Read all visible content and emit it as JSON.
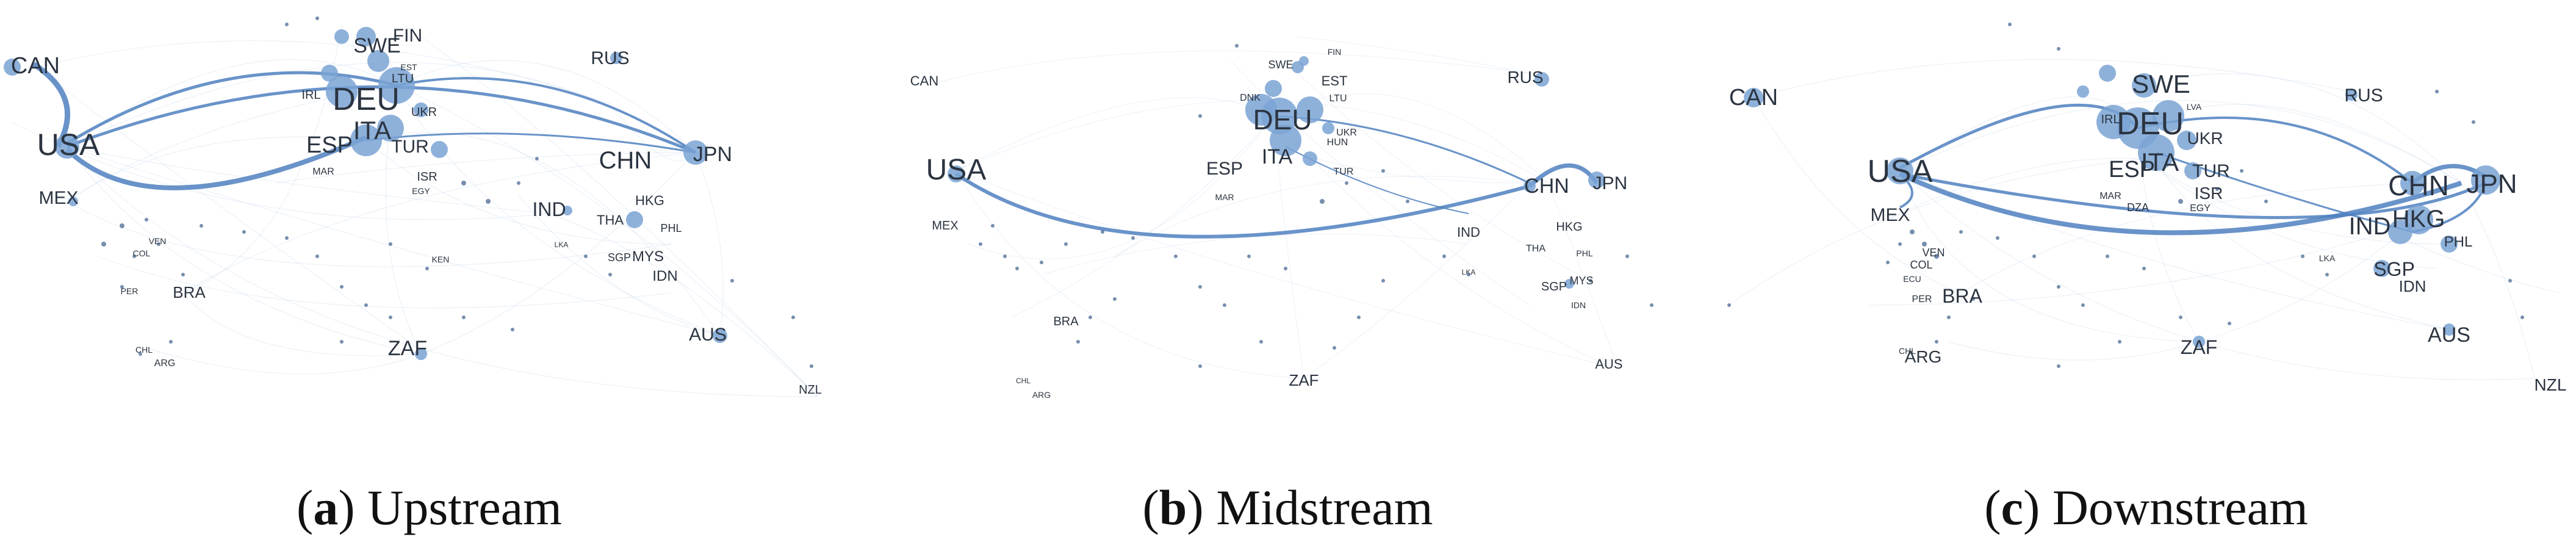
{
  "panels": [
    {
      "id": "a",
      "caption_letter": "a",
      "caption_text": "Upstream",
      "labels": [
        {
          "text": "FIN",
          "size": 30
        },
        {
          "text": "SWE",
          "size": 34
        },
        {
          "text": "CAN",
          "size": 38
        },
        {
          "text": "RUS",
          "size": 30
        },
        {
          "text": "EST",
          "size": 14
        },
        {
          "text": "LTU",
          "size": 20
        },
        {
          "text": "IRL",
          "size": 20
        },
        {
          "text": "DEU",
          "size": 52
        },
        {
          "text": "UKR",
          "size": 20
        },
        {
          "text": "ITA",
          "size": 42
        },
        {
          "text": "USA",
          "size": 50
        },
        {
          "text": "ESP",
          "size": 38
        },
        {
          "text": "TUR",
          "size": 30
        },
        {
          "text": "CHN",
          "size": 40
        },
        {
          "text": "JPN",
          "size": 34
        },
        {
          "text": "MAR",
          "size": 16
        },
        {
          "text": "ISR",
          "size": 20
        },
        {
          "text": "EGY",
          "size": 14
        },
        {
          "text": "MEX",
          "size": 30
        },
        {
          "text": "IND",
          "size": 32
        },
        {
          "text": "THA",
          "size": 22
        },
        {
          "text": "HKG",
          "size": 22
        },
        {
          "text": "PHL",
          "size": 18
        },
        {
          "text": "VEN",
          "size": 14
        },
        {
          "text": "COL",
          "size": 14
        },
        {
          "text": "KEN",
          "size": 14
        },
        {
          "text": "LKA",
          "size": 12
        },
        {
          "text": "SGP",
          "size": 18
        },
        {
          "text": "MYS",
          "size": 24
        },
        {
          "text": "BRA",
          "size": 26
        },
        {
          "text": "PER",
          "size": 14
        },
        {
          "text": "IDN",
          "size": 24
        },
        {
          "text": "AUS",
          "size": 30
        },
        {
          "text": "CHL",
          "size": 14
        },
        {
          "text": "ARG",
          "size": 16
        },
        {
          "text": "ZAF",
          "size": 34
        },
        {
          "text": "NZL",
          "size": 20
        }
      ]
    },
    {
      "id": "b",
      "caption_letter": "b",
      "caption_text": "Midstream",
      "labels": [
        {
          "text": "FIN",
          "size": 14
        },
        {
          "text": "SWE",
          "size": 18
        },
        {
          "text": "CAN",
          "size": 22
        },
        {
          "text": "EST",
          "size": 22
        },
        {
          "text": "RUS",
          "size": 28
        },
        {
          "text": "DNK",
          "size": 16
        },
        {
          "text": "LTU",
          "size": 16
        },
        {
          "text": "DEU",
          "size": 46
        },
        {
          "text": "HUN",
          "size": 16
        },
        {
          "text": "UKR",
          "size": 16
        },
        {
          "text": "USA",
          "size": 48
        },
        {
          "text": "ITA",
          "size": 34
        },
        {
          "text": "ESP",
          "size": 30
        },
        {
          "text": "CHN",
          "size": 34
        },
        {
          "text": "JPN",
          "size": 30
        },
        {
          "text": "TUR",
          "size": 16
        },
        {
          "text": "MEX",
          "size": 20
        },
        {
          "text": "MAR",
          "size": 14
        },
        {
          "text": "IND",
          "size": 22
        },
        {
          "text": "HKG",
          "size": 20
        },
        {
          "text": "THA",
          "size": 16
        },
        {
          "text": "PHL",
          "size": 14
        },
        {
          "text": "LKA",
          "size": 12
        },
        {
          "text": "SGP",
          "size": 20
        },
        {
          "text": "MYS",
          "size": 18
        },
        {
          "text": "IDN",
          "size": 14
        },
        {
          "text": "BRA",
          "size": 20
        },
        {
          "text": "AUS",
          "size": 22
        },
        {
          "text": "ZAF",
          "size": 26
        },
        {
          "text": "CHL",
          "size": 12
        },
        {
          "text": "ARG",
          "size": 14
        }
      ]
    },
    {
      "id": "c",
      "caption_letter": "c",
      "caption_text": "Downstream",
      "labels": [
        {
          "text": "SWE",
          "size": 42
        },
        {
          "text": "CAN",
          "size": 38
        },
        {
          "text": "RUS",
          "size": 30
        },
        {
          "text": "LVA",
          "size": 14
        },
        {
          "text": "IRL",
          "size": 20
        },
        {
          "text": "DEU",
          "size": 52
        },
        {
          "text": "UKR",
          "size": 28
        },
        {
          "text": "USA",
          "size": 52
        },
        {
          "text": "ITA",
          "size": 42
        },
        {
          "text": "ESP",
          "size": 38
        },
        {
          "text": "TUR",
          "size": 30
        },
        {
          "text": "CHN",
          "size": 46
        },
        {
          "text": "JPN",
          "size": 44
        },
        {
          "text": "MAR",
          "size": 16
        },
        {
          "text": "ISR",
          "size": 28
        },
        {
          "text": "EGY",
          "size": 16
        },
        {
          "text": "DZA",
          "size": 18
        },
        {
          "text": "MEX",
          "size": 30
        },
        {
          "text": "IND",
          "size": 40
        },
        {
          "text": "HKG",
          "size": 40
        },
        {
          "text": "PHL",
          "size": 24
        },
        {
          "text": "VEN",
          "size": 18
        },
        {
          "text": "COL",
          "size": 18
        },
        {
          "text": "ECU",
          "size": 14
        },
        {
          "text": "LKA",
          "size": 14
        },
        {
          "text": "SGP",
          "size": 32
        },
        {
          "text": "IDN",
          "size": 26
        },
        {
          "text": "PER",
          "size": 16
        },
        {
          "text": "BRA",
          "size": 32
        },
        {
          "text": "AUS",
          "size": 34
        },
        {
          "text": "CHL",
          "size": 14
        },
        {
          "text": "ARG",
          "size": 28
        },
        {
          "text": "ZAF",
          "size": 32
        },
        {
          "text": "NZL",
          "size": 28
        }
      ]
    }
  ]
}
